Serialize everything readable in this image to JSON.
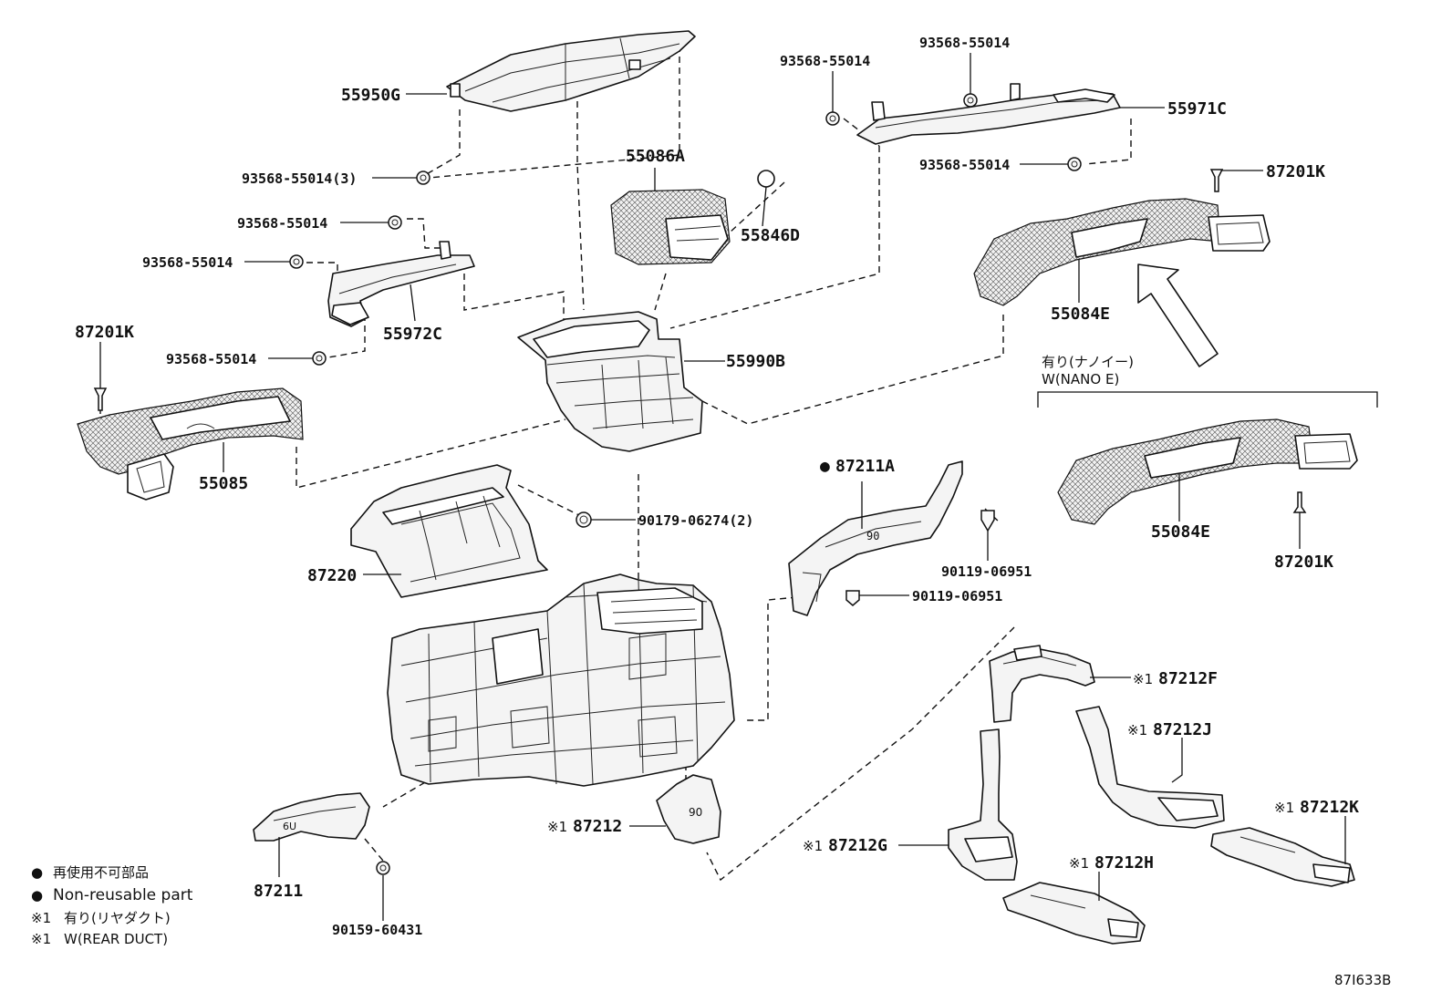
{
  "labels": {
    "p55950g": "55950G",
    "p93568_3": "93568-55014(3)",
    "p93568_a": "93568-55014",
    "p93568_b": "93568-55014",
    "p93568_c": "93568-55014",
    "p93568_d": "93568-55014",
    "p93568_e": "93568-55014",
    "p93568_f": "93568-55014",
    "p55971c": "55971C",
    "p87201k_a": "87201K",
    "p55086a": "55086A",
    "p55846d": "55846D",
    "p55972c": "55972C",
    "p87201k_b": "87201K",
    "p55084e_a": "55084E",
    "p55990b": "55990B",
    "p55085": "55085",
    "p87211a": "87211A",
    "p90179": "90179-06274(2)",
    "p90119_a": "90119-06951",
    "p90119_b": "90119-06951",
    "p87220": "87220",
    "p55084e_b": "55084E",
    "p87201k_c": "87201K",
    "p87212f": "87212F",
    "p87212j": "87212J",
    "p87212k": "87212K",
    "p87212": "87212",
    "p87212g": "87212G",
    "p87212h": "87212H",
    "p87211": "87211",
    "p90159": "90159-60431"
  },
  "markers": {
    "nonreusable": "●",
    "rear_duct": "※1"
  },
  "variant": {
    "jp": "有り(ナノイー)",
    "en": "W(NANO E)"
  },
  "legend": {
    "line1_jp": "再使用不可部品",
    "line1_en": "Non-reusable part",
    "line2_jp": "有り(リヤダクト)",
    "line2_en": "W(REAR DUCT)"
  },
  "figure_code": "87I633B",
  "colors": {
    "ink": "#111111",
    "paper": "#ffffff"
  }
}
